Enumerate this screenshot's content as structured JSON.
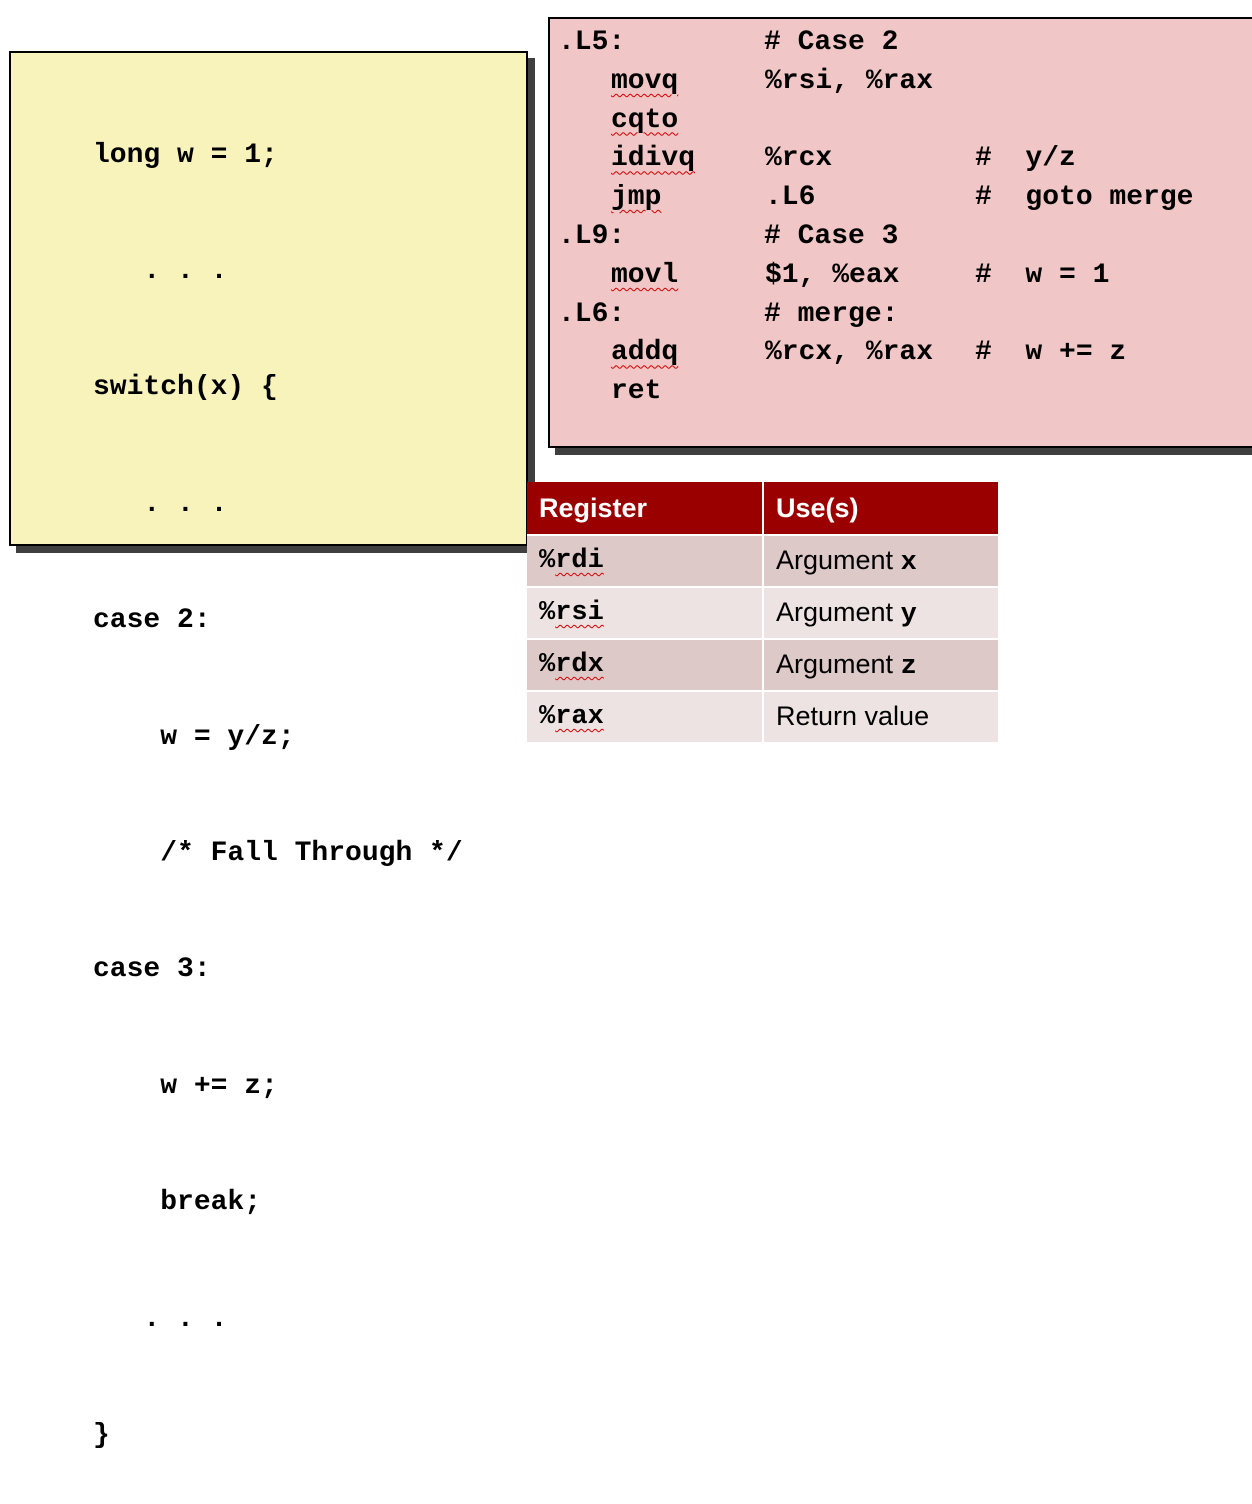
{
  "c_code": {
    "lines": [
      "long w = 1;",
      "   . . .",
      "switch(x) {",
      "   . . .",
      "case 2:",
      "    w = y/z;",
      "    /* Fall Through */",
      "case 3:",
      "    w += z;",
      "    break;",
      "   . . .",
      "}"
    ]
  },
  "asm": {
    "rows": [
      {
        "label": ".L5:",
        "ins": "",
        "op": "",
        "comment": "# Case 2"
      },
      {
        "label": "",
        "ins": "movq",
        "op": "%rsi, %rax",
        "comment": ""
      },
      {
        "label": "",
        "ins": "cqto",
        "op": "",
        "comment": ""
      },
      {
        "label": "",
        "ins": "idivq",
        "op": "%rcx",
        "comment": "#  y/z"
      },
      {
        "label": "",
        "ins": "jmp",
        "op": ".L6",
        "comment": "#  goto merge"
      },
      {
        "label": ".L9:",
        "ins": "",
        "op": "",
        "comment": "# Case 3"
      },
      {
        "label": "",
        "ins": "movl",
        "op": "$1, %eax",
        "comment": "#  w = 1"
      },
      {
        "label": ".L6:",
        "ins": "",
        "op": "",
        "comment": "# merge:"
      },
      {
        "label": "",
        "ins": "addq",
        "op": "%rcx, %rax",
        "comment": "#  w += z"
      },
      {
        "label": "",
        "ins": "ret",
        "op": "",
        "comment": ""
      }
    ]
  },
  "register_table": {
    "headers": [
      "Register",
      "Use(s)"
    ],
    "rows": [
      {
        "reg": "%rdi",
        "use": "Argument ",
        "arg": "x"
      },
      {
        "reg": "%rsi",
        "use": "Argument ",
        "arg": "y"
      },
      {
        "reg": "%rdx",
        "use": "Argument ",
        "arg": "z"
      },
      {
        "reg": "%rax",
        "use": "Return value",
        "arg": ""
      }
    ]
  },
  "colors": {
    "c_panel_bg": "#f7f3bb",
    "asm_panel_bg": "#f0c6c6",
    "table_header_bg": "#9a0000",
    "table_row_odd": "#dec9c9",
    "table_row_even": "#ede3e3"
  }
}
